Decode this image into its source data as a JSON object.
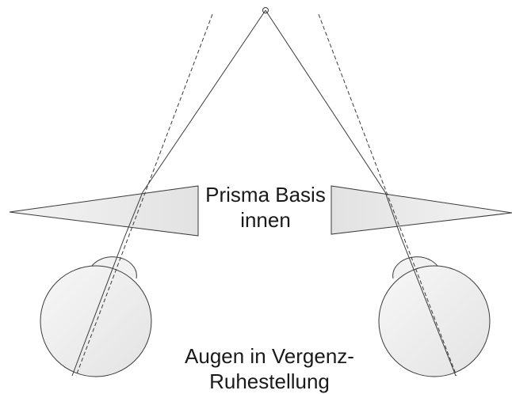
{
  "labels": {
    "prism_line1": "Prisma Basis",
    "prism_line2": "innen",
    "eyes_line1": "Augen in Vergenz-",
    "eyes_line2": "Ruhestellung"
  },
  "colors": {
    "stroke": "#3a3a3a",
    "prism_fill": "#e8e8e8",
    "eye_fill": "#efefef",
    "background": "#ffffff"
  }
}
